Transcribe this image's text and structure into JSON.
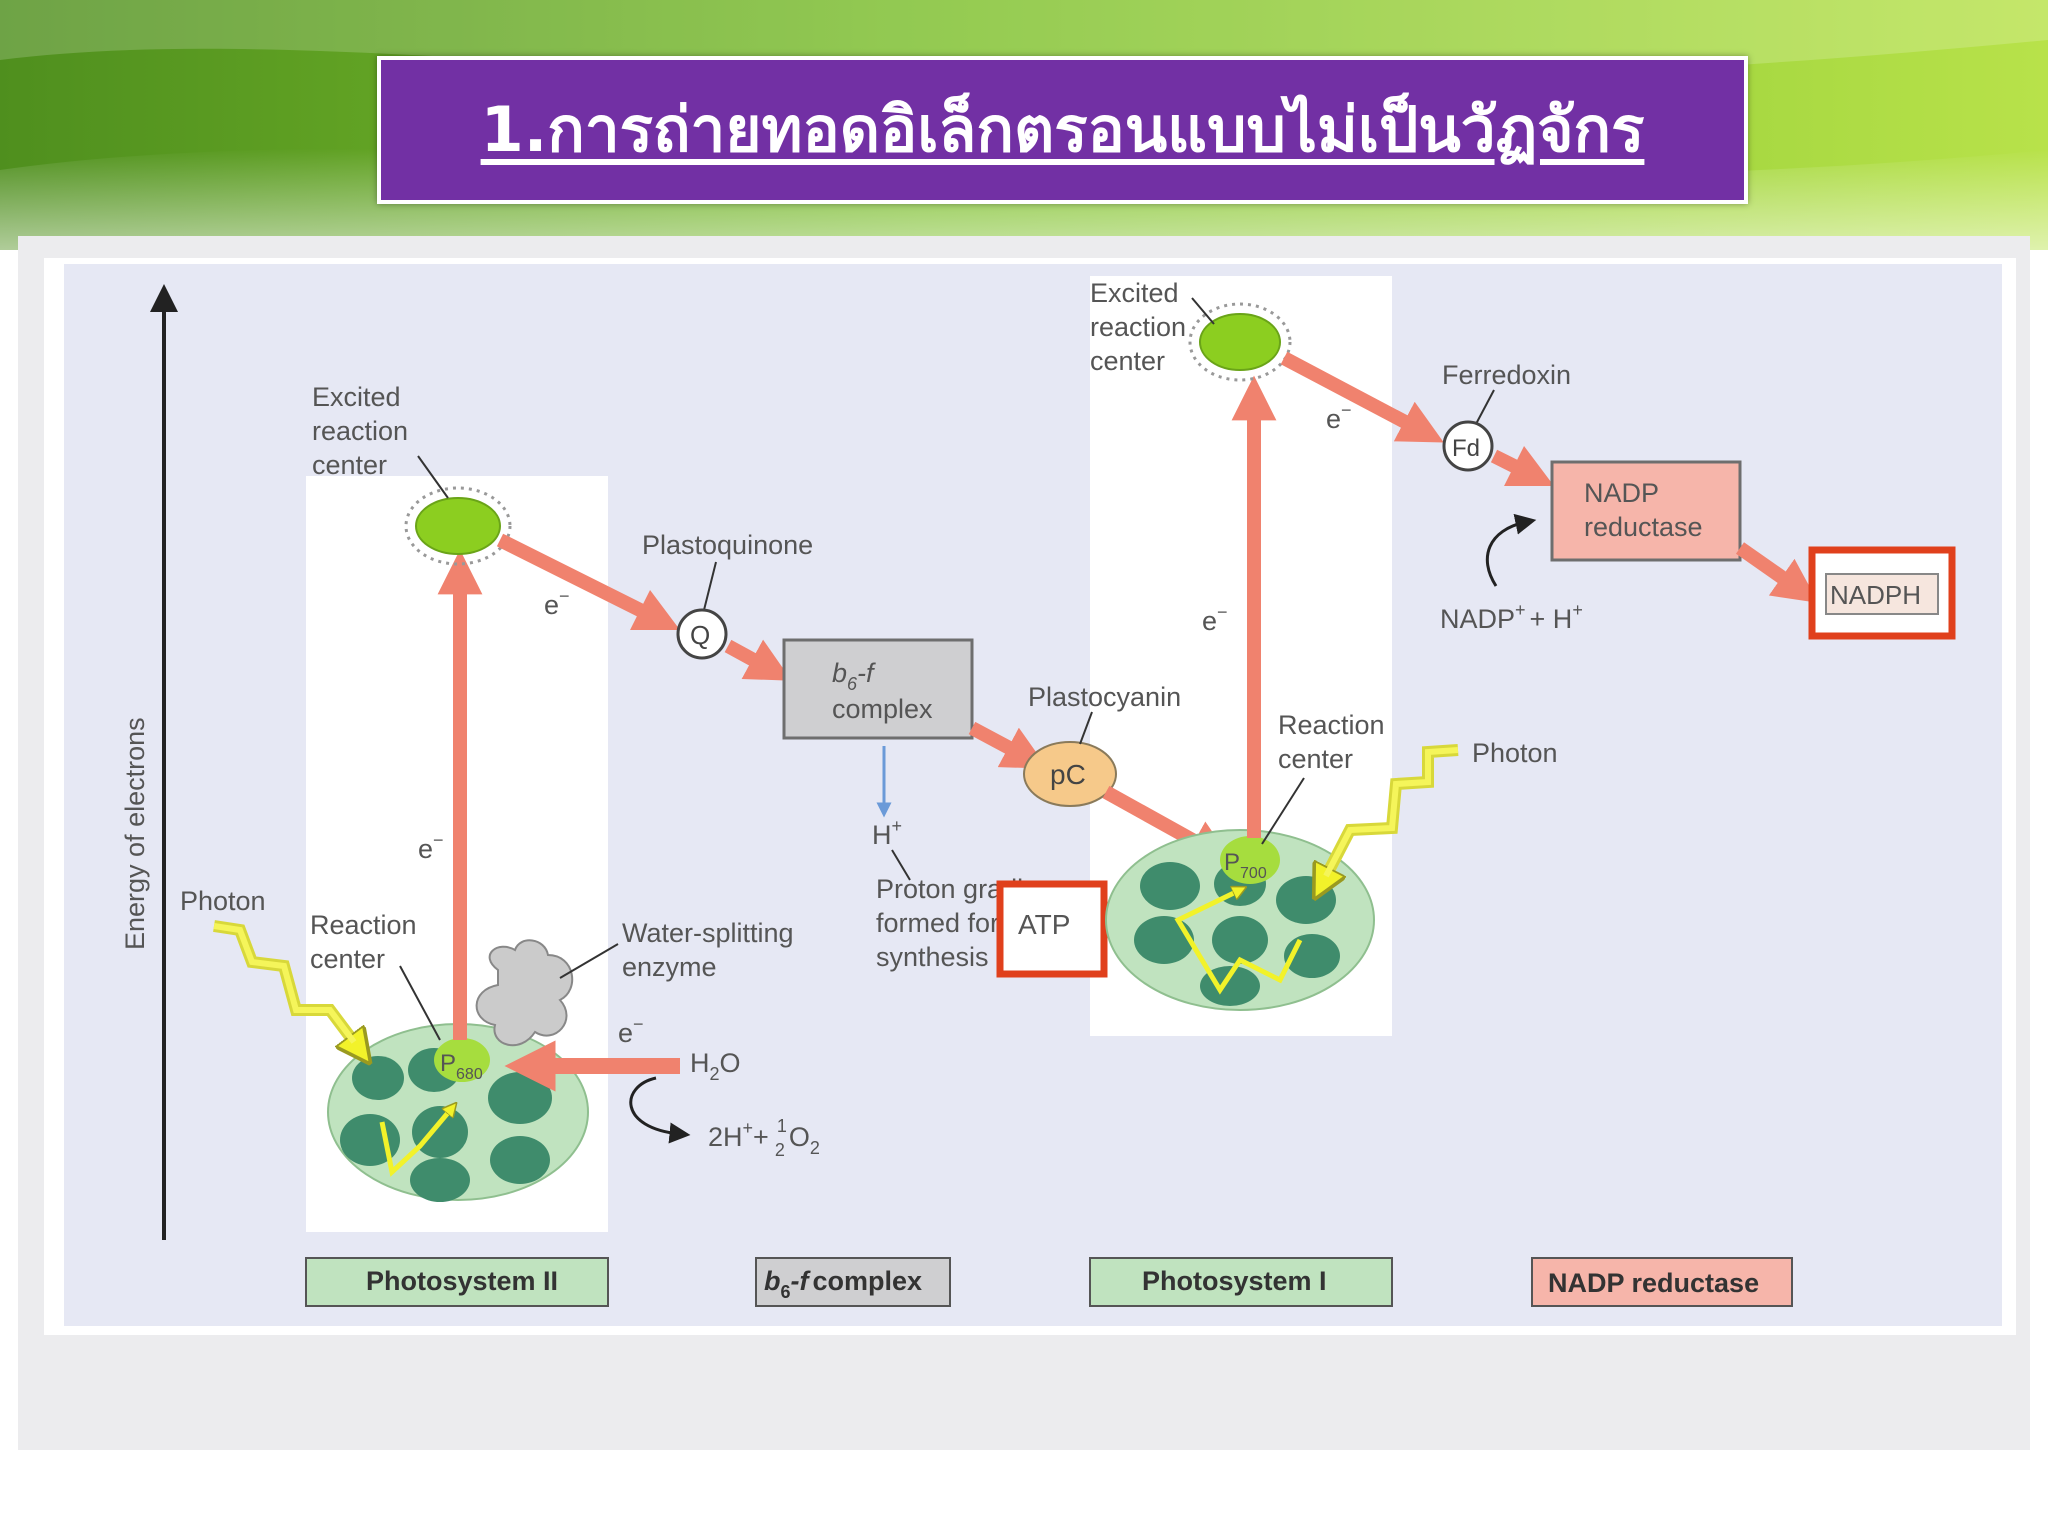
{
  "title": "1.การถ่ายทอดอิเล็กตรอนแบบไม่เป็นวัฏจักร",
  "colors": {
    "title_bg": "#7230a4",
    "arrow": "#f0826e",
    "photon": "#f2f22a",
    "highlight": "#e0401c",
    "core_green": "#a6dd3e",
    "antenna_green": "#3f8c6c",
    "membrane_green": "#c0e3bf",
    "nadp_reductase": "#f6b5aa",
    "b6f_gray": "#cfcfd1"
  },
  "axis": {
    "label": "Energy of electrons"
  },
  "labels": {
    "excited_rc_ps2": [
      "Excited",
      "reaction",
      "center"
    ],
    "excited_rc_ps1": [
      "Excited",
      "reaction",
      "center"
    ],
    "plastoquinone": "Plastoquinone",
    "q": "Q",
    "b6f_line1": "b",
    "b6f_sub": "6",
    "b6f_line1_tail": "-f",
    "b6f_line2": "complex",
    "plastocyanin": "Plastocyanin",
    "pc": "pC",
    "ferredoxin": "Ferredoxin",
    "fd": "Fd",
    "nadp_reductase": [
      "NADP",
      "reductase"
    ],
    "nadph": "NADPH",
    "nadp_plus": "NADP",
    "nadp_plus_tail": "+ H",
    "photon_left": "Photon",
    "photon_right": "Photon",
    "reaction_center_ps2": [
      "Reaction",
      "center"
    ],
    "reaction_center_ps1": [
      "Reaction",
      "center"
    ],
    "water_splitting": [
      "Water-splitting",
      "enzyme"
    ],
    "p680": "P",
    "p680_sub": "680",
    "p700": "P",
    "p700_sub": "700",
    "h2o": "H",
    "h2o_sub": "2",
    "h2o_tail": "O",
    "products": "2H",
    "products_tail": "+",
    "o2": "O",
    "o2_sub": "2",
    "h_plus": "H",
    "proton_gradient": [
      "Proton gradient",
      "formed for",
      "synthesis"
    ],
    "atp": "ATP",
    "electron": "e",
    "electron_sup": "−"
  },
  "bottom_labels": {
    "ps2": "Photosystem II",
    "b6f": "complex",
    "b6f_b": "b",
    "b6f_sub": "6",
    "b6f_f": "-f",
    "ps1": "Photosystem I",
    "nadp": "NADP reductase"
  }
}
